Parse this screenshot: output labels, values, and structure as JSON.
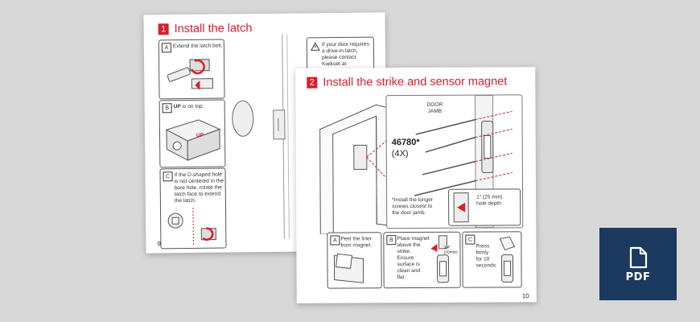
{
  "back_page": {
    "step_number": "1",
    "title": "Install the latch",
    "note": [
      "If your door requires",
      "a drive-in latch,",
      "please contact",
      "Kwikset at"
    ],
    "panel_a": {
      "letter": "A",
      "text": "Extend the latch bolt."
    },
    "panel_b": {
      "letter": "B",
      "text_bold": "UP",
      "text_rest": " is on top.",
      "up_mark": "UP"
    },
    "panel_c": {
      "letter": "C",
      "text": [
        "If the D-shaped hole",
        "is not centered in the",
        "bore hole, rotate the",
        "latch face to extend",
        "the latch."
      ]
    },
    "page_number": "9"
  },
  "front_page": {
    "step_number": "2",
    "title": "Install the strike and sensor magnet",
    "door_jamb_label": [
      "DOOR",
      "JAMB"
    ],
    "part_number": "46780*",
    "part_qty": "(4X)",
    "footnote": [
      "*Install the longer",
      "screws closest to",
      "the door jamb."
    ],
    "hole_depth": [
      "1\" (25 mm)",
      "hole depth"
    ],
    "panel_a": {
      "letter": "A",
      "text": [
        "Peel the liner",
        "from magnet."
      ]
    },
    "panel_b": {
      "letter": "B",
      "text": [
        "Place magnet",
        "above the",
        "strike.",
        "Ensure",
        "surface is",
        "clean and",
        "flat."
      ],
      "measure": [
        "3/4\"",
        "(20mm)"
      ]
    },
    "panel_c": {
      "letter": "C",
      "text": [
        "Press",
        "firmly",
        "for 10",
        "seconds."
      ]
    },
    "page_number": "10"
  },
  "badge": {
    "label": "PDF",
    "icon": "pdf-file-icon",
    "color": "#1c3a60"
  },
  "colors": {
    "accent": "#d6202a",
    "background": "#d7d7d7"
  }
}
